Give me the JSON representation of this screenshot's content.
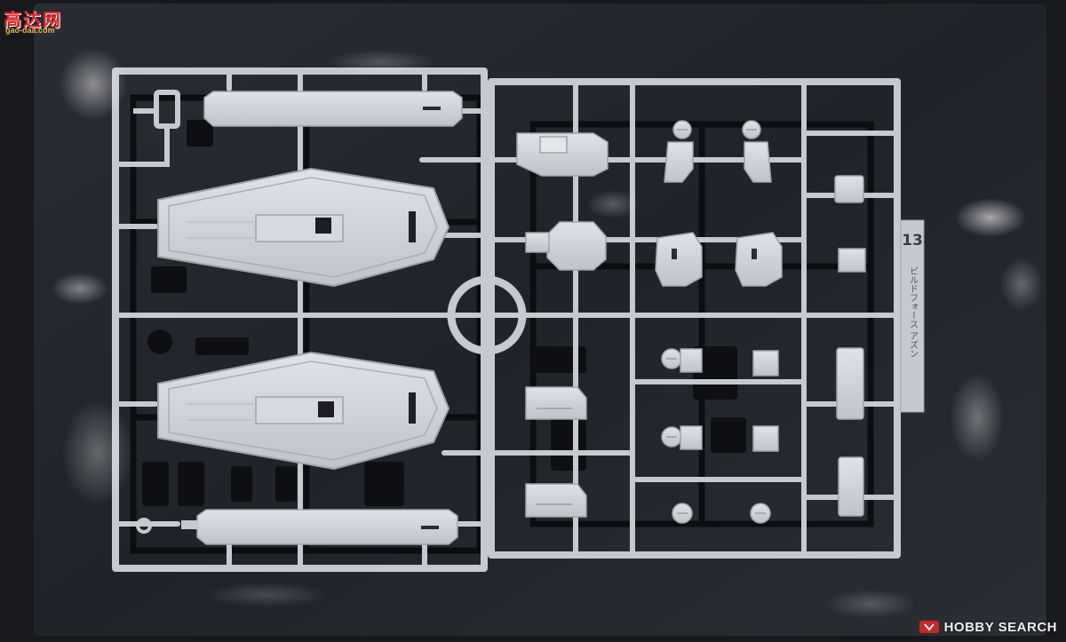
{
  "photo": {
    "subject": "plastic-model-runner",
    "colors": {
      "background": "#1b1d22",
      "plastic": "#c9ccd3",
      "plastic_shade": "#a7abb4",
      "plastic_light": "#e3e5ea",
      "bag_highlight": "#eef2f8"
    }
  },
  "runner": {
    "tag_number": "13",
    "tag_text": "ビルドフォース アズン"
  },
  "watermarks": {
    "top_left_cn": "高达网",
    "top_left_url": "gao-daa.com",
    "bottom_right_logo": "HOBBY SEARCH"
  }
}
